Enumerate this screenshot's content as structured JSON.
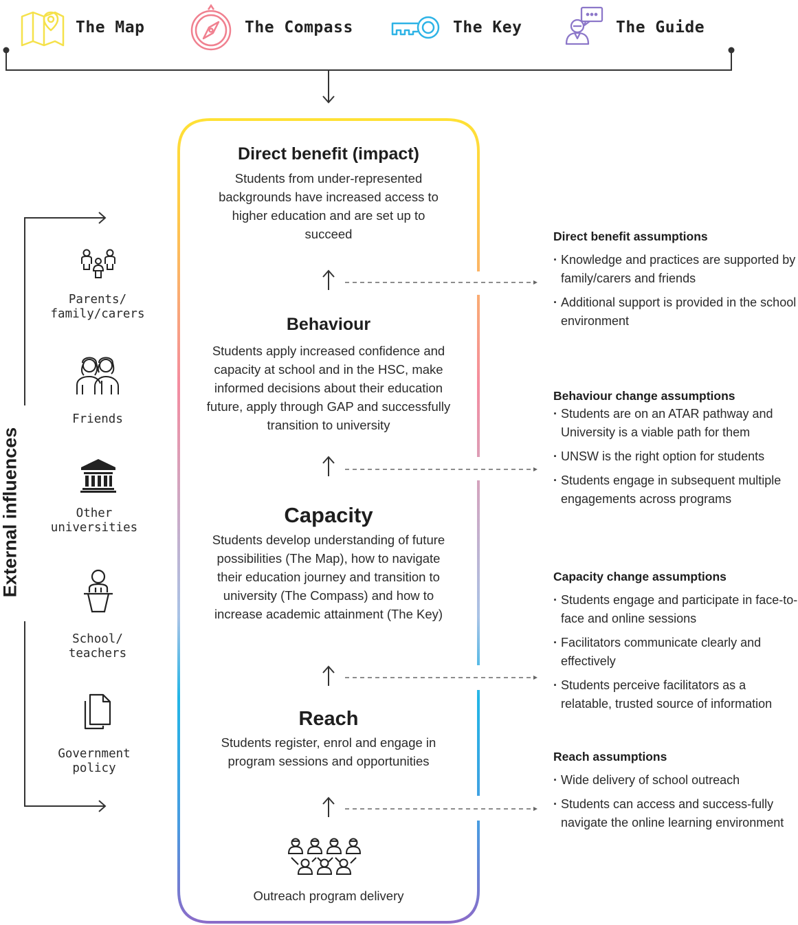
{
  "tools": [
    {
      "label": "The Map",
      "icon": "map-icon"
    },
    {
      "label": "The Compass",
      "icon": "compass-icon"
    },
    {
      "label": "The Key",
      "icon": "key-icon"
    },
    {
      "label": "The Guide",
      "icon": "guide-icon"
    }
  ],
  "stages": [
    {
      "title": "Direct benefit (impact)",
      "text": "Students from under-represented backgrounds have increased access to higher education and are set up to succeed"
    },
    {
      "title": "Behaviour",
      "text": "Students apply increased confidence and capacity at school and in the HSC, make informed decisions about their education future, apply through GAP and successfully transition to university"
    },
    {
      "title": "Capacity",
      "text": "Students develop understanding of future possibilities (The Map), how to navigate their education journey and transition to university (The Compass) and how to increase academic attainment (The Key)"
    },
    {
      "title": "Reach",
      "text": "Students register, enrol and engage in program sessions and opportunities"
    }
  ],
  "delivery": {
    "label": "Outreach program delivery",
    "icon": "group-of-people-icon"
  },
  "external": {
    "title": "External influences",
    "items": [
      {
        "label": "Parents/\nfamily/carers",
        "icon": "family-icon"
      },
      {
        "label": "Friends",
        "icon": "friends-icon"
      },
      {
        "label": "Other\nuniversities",
        "icon": "university-building-icon"
      },
      {
        "label": "School/\nteachers",
        "icon": "teacher-lectern-icon"
      },
      {
        "label": "Government\npolicy",
        "icon": "documents-icon"
      }
    ]
  },
  "assumptions": [
    {
      "title": "Direct benefit assumptions",
      "items": [
        "Knowledge and practices are supported by family/carers and friends",
        "Additional support is provided in the school environment"
      ]
    },
    {
      "title": "Behaviour change assumptions",
      "items": [
        "Students are on an ATAR pathway and University is a viable path for them",
        "UNSW is the right option for students",
        "Students engage in subsequent multiple engagements across programs"
      ]
    },
    {
      "title": "Capacity change assumptions",
      "items": [
        "Students engage and participate in face-to-face and online sessions",
        "Facilitators communicate clearly and effectively",
        "Students perceive facilitators as a relatable, trusted source of information"
      ]
    },
    {
      "title": "Reach assumptions",
      "items": [
        "Wide delivery of school outreach",
        "Students can access and success-fully navigate the online learning environment"
      ]
    }
  ],
  "colors": {
    "gradient_top": "#FFE135",
    "gradient_mid1": "#F48CA0",
    "gradient_mid2": "#22B5E6",
    "gradient_bottom": "#8A6CC9",
    "map": "#F5E14A",
    "compass": "#F0808F",
    "key": "#2DB3E6",
    "guide": "#8C77C9",
    "lines": "#333333"
  }
}
